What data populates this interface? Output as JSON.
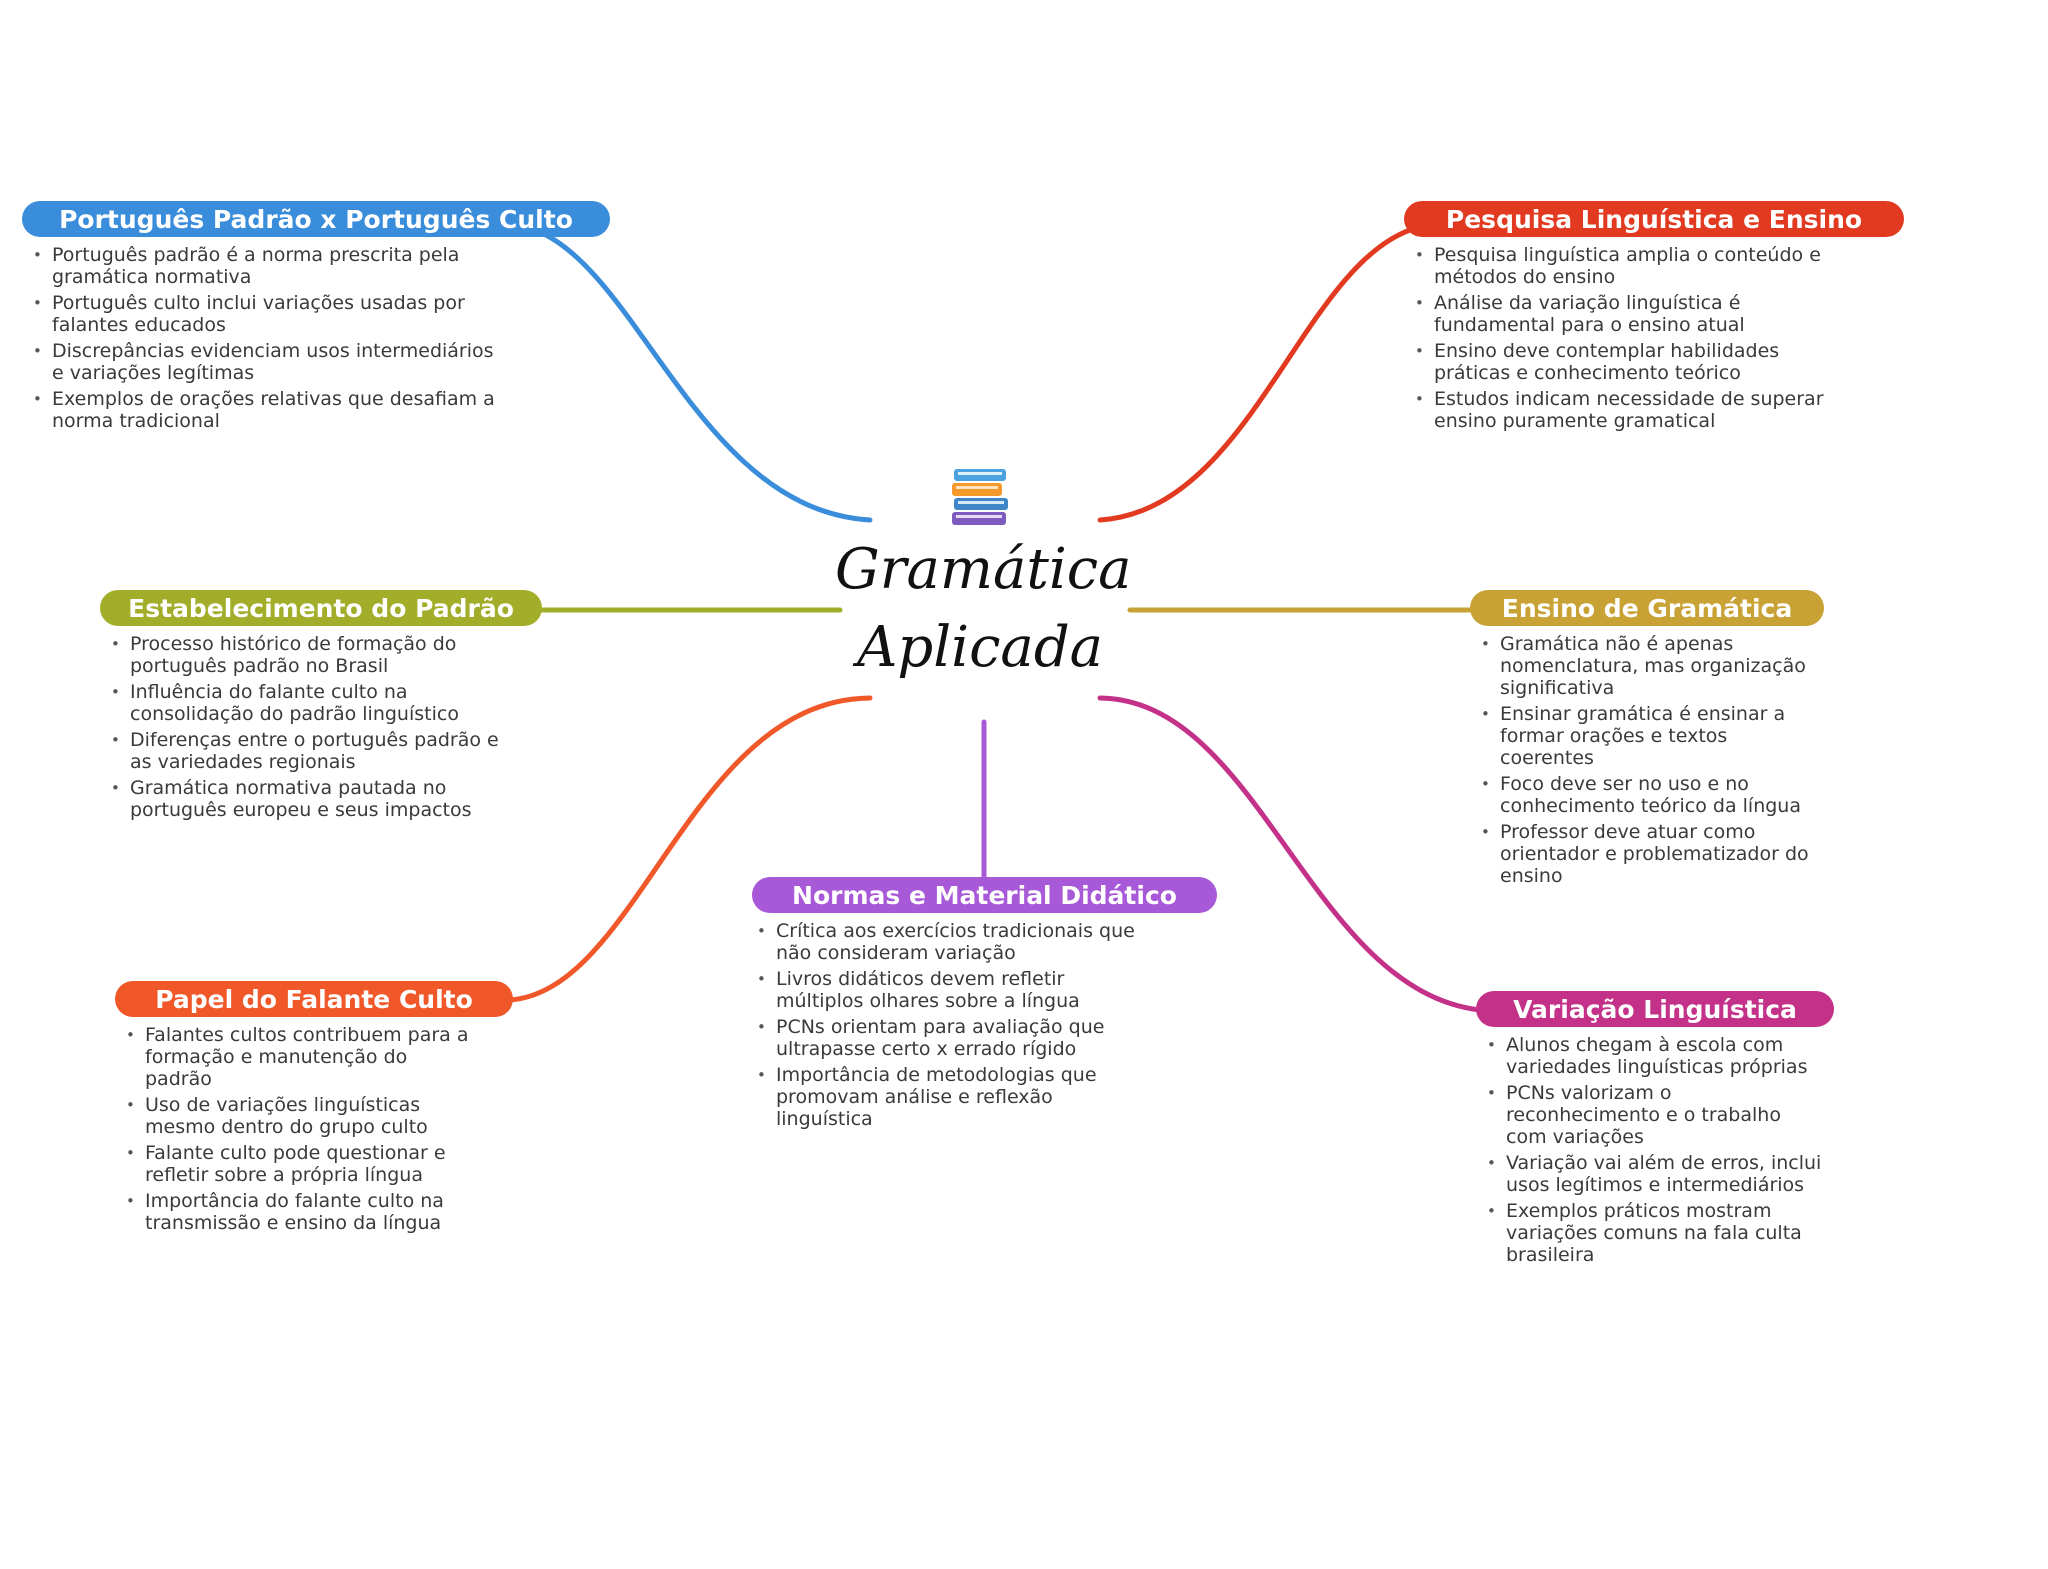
{
  "center": {
    "title_line1": "Gramática",
    "title_line2": "Aplicada",
    "icon": "books-icon"
  },
  "branches": [
    {
      "id": "portugues-padrao",
      "title": "Português Padrão x Português Culto",
      "color": "#3a8ddb",
      "items": [
        "Português padrão é a norma prescrita pela gramática normativa",
        "Português culto inclui variações usadas por falantes educados",
        "Discrepâncias evidenciam usos intermediários e variações legítimas",
        "Exemplos de orações relativas que desafiam a norma tradicional"
      ]
    },
    {
      "id": "estabelecimento",
      "title": "Estabelecimento do Padrão",
      "color": "#a2ad2a",
      "items": [
        "Processo histórico de formação do português padrão no Brasil",
        "Influência do falante culto na consolidação do padrão linguístico",
        "Diferenças entre o português padrão e as variedades regionais",
        "Gramática normativa pautada no português europeu e seus impactos"
      ]
    },
    {
      "id": "falante-culto",
      "title": "Papel do Falante Culto",
      "color": "#f0582a",
      "items": [
        "Falantes cultos contribuem para a formação e manutenção do padrão",
        "Uso de variações linguísticas mesmo dentro do grupo culto",
        "Falante culto pode questionar e refletir sobre a própria língua",
        "Importância do falante culto na transmissão e ensino da língua"
      ]
    },
    {
      "id": "normas",
      "title": "Normas e Material Didático",
      "color": "#a759d8",
      "items": [
        "Crítica aos exercícios tradicionais que não consideram variação",
        "Livros didáticos devem refletir múltiplos olhares sobre a língua",
        "PCNs orientam para avaliação que ultrapasse certo x errado rígido",
        "Importância de metodologias que promovam análise e reflexão linguística"
      ]
    },
    {
      "id": "pesquisa",
      "title": "Pesquisa Linguística e Ensino",
      "color": "#e23a20",
      "items": [
        "Pesquisa linguística amplia o conteúdo e métodos do ensino",
        "Análise da variação linguística é fundamental para o ensino atual",
        "Ensino deve contemplar habilidades práticas e conhecimento teórico",
        "Estudos indicam necessidade de superar ensino puramente gramatical"
      ]
    },
    {
      "id": "ensino-gramatica",
      "title": "Ensino de Gramática",
      "color": "#c9a235",
      "items": [
        "Gramática não é apenas nomenclatura, mas organização significativa",
        "Ensinar gramática é ensinar a formar orações e textos coerentes",
        "Foco deve ser no uso e no conhecimento teórico da língua",
        "Professor deve atuar como orientador e problematizador do ensino"
      ]
    },
    {
      "id": "variacao",
      "title": "Variação Linguística",
      "color": "#c43189",
      "items": [
        "Alunos chegam à escola com variedades linguísticas próprias",
        "PCNs valorizam o reconhecimento e o trabalho com variações",
        "Variação vai além de erros, inclui usos legítimos e intermediários",
        "Exemplos práticos mostram variações comuns na fala culta brasileira"
      ]
    }
  ]
}
